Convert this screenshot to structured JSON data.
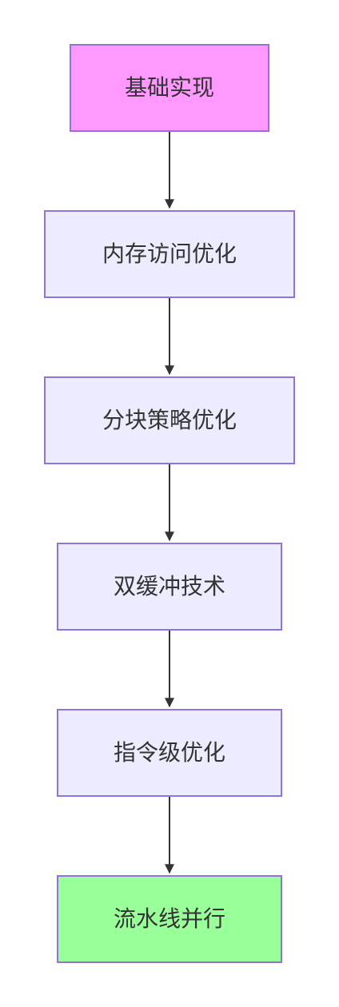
{
  "flowchart": {
    "direction": "top-to-bottom",
    "nodes": [
      {
        "id": "n1",
        "label": "基础实现",
        "fill": "#FF99FF"
      },
      {
        "id": "n2",
        "label": "内存访问优化",
        "fill": "#ECECFF"
      },
      {
        "id": "n3",
        "label": "分块策略优化",
        "fill": "#ECECFF"
      },
      {
        "id": "n4",
        "label": "双缓冲技术",
        "fill": "#ECECFF"
      },
      {
        "id": "n5",
        "label": "指令级优化",
        "fill": "#ECECFF"
      },
      {
        "id": "n6",
        "label": "流水线并行",
        "fill": "#99FF99"
      }
    ],
    "edges": [
      {
        "from": "n1",
        "to": "n2"
      },
      {
        "from": "n2",
        "to": "n3"
      },
      {
        "from": "n3",
        "to": "n4"
      },
      {
        "from": "n4",
        "to": "n5"
      },
      {
        "from": "n5",
        "to": "n6"
      }
    ],
    "colors": {
      "node_border": "#9370DB",
      "edge": "#333333",
      "text": "#333333"
    }
  }
}
